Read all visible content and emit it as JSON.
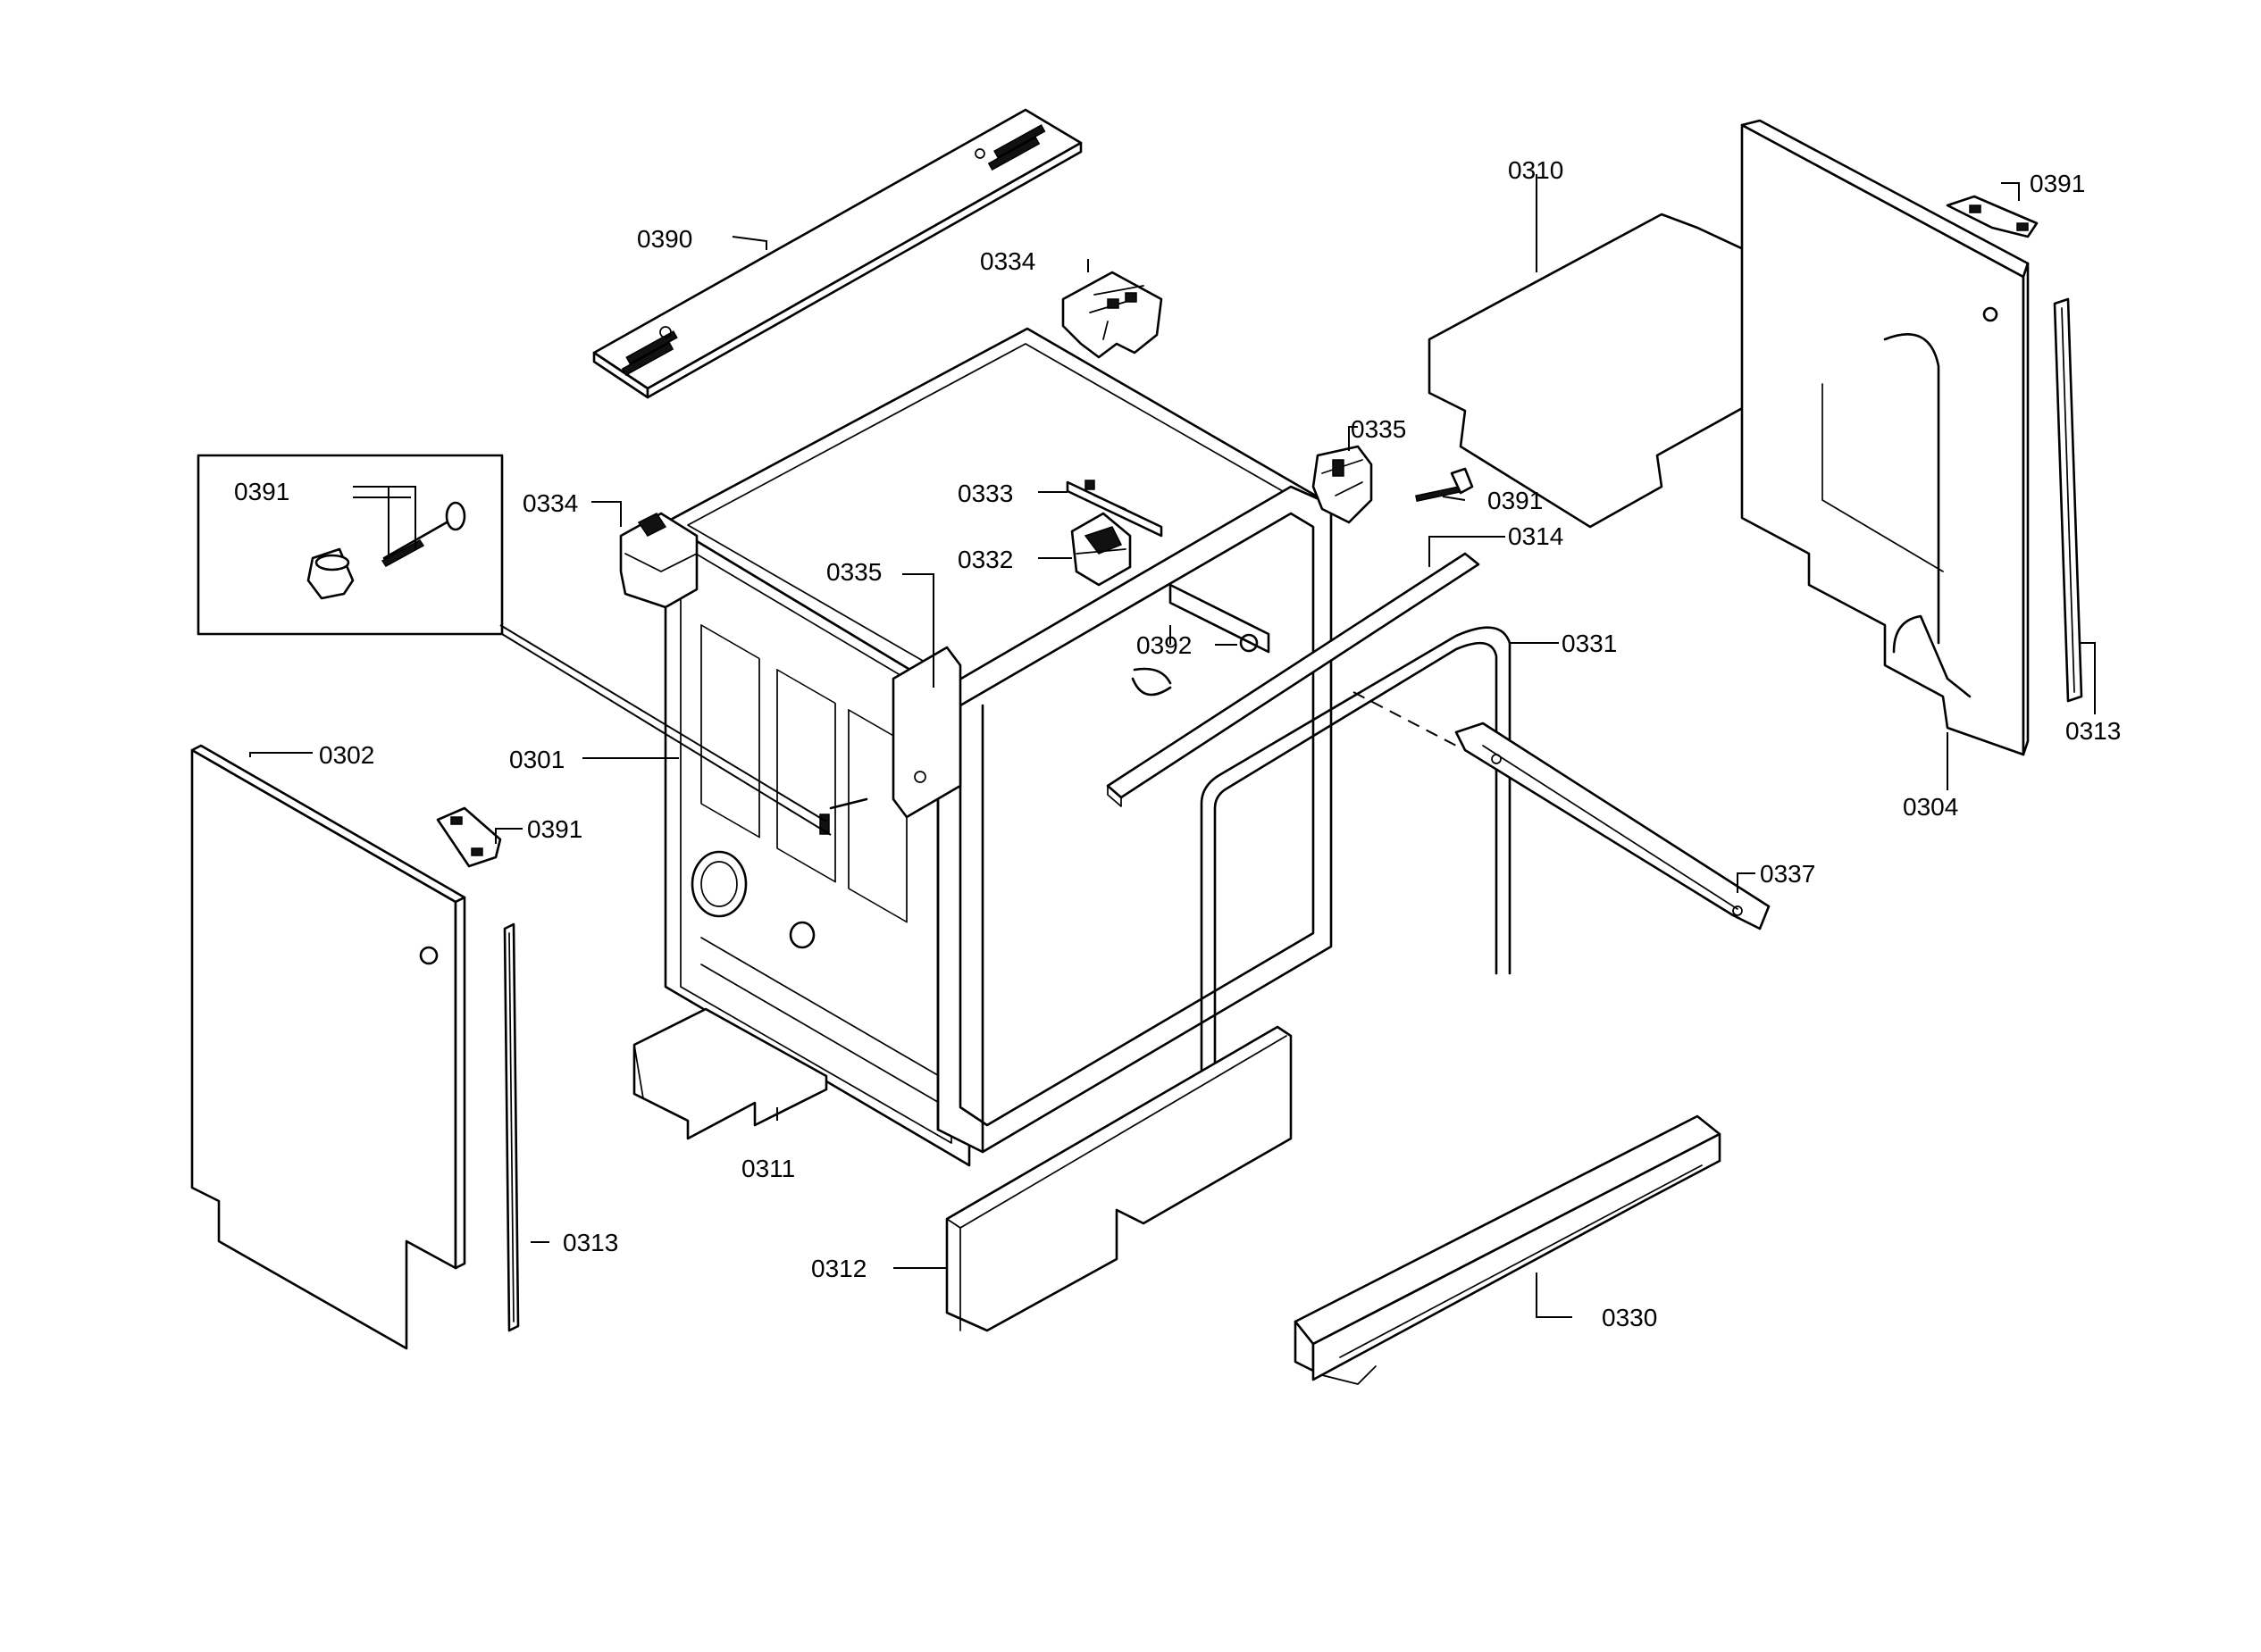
{
  "labels": {
    "p0390": "0390",
    "p0334_top": "0334",
    "p0310": "0310",
    "p0391_top_right": "0391",
    "p0391_inset": "0391",
    "p0334_left": "0334",
    "p0335_right": "0335",
    "p0333": "0333",
    "p0391_mid": "0391",
    "p0332": "0332",
    "p0314": "0314",
    "p0335_mid": "0335",
    "p0392": "0392",
    "p0331": "0331",
    "p0313_right": "0313",
    "p0302": "0302",
    "p0301": "0301",
    "p0304": "0304",
    "p0391_left": "0391",
    "p0337": "0337",
    "p0311": "0311",
    "p0313_left": "0313",
    "p0312": "0312",
    "p0330": "0330"
  }
}
